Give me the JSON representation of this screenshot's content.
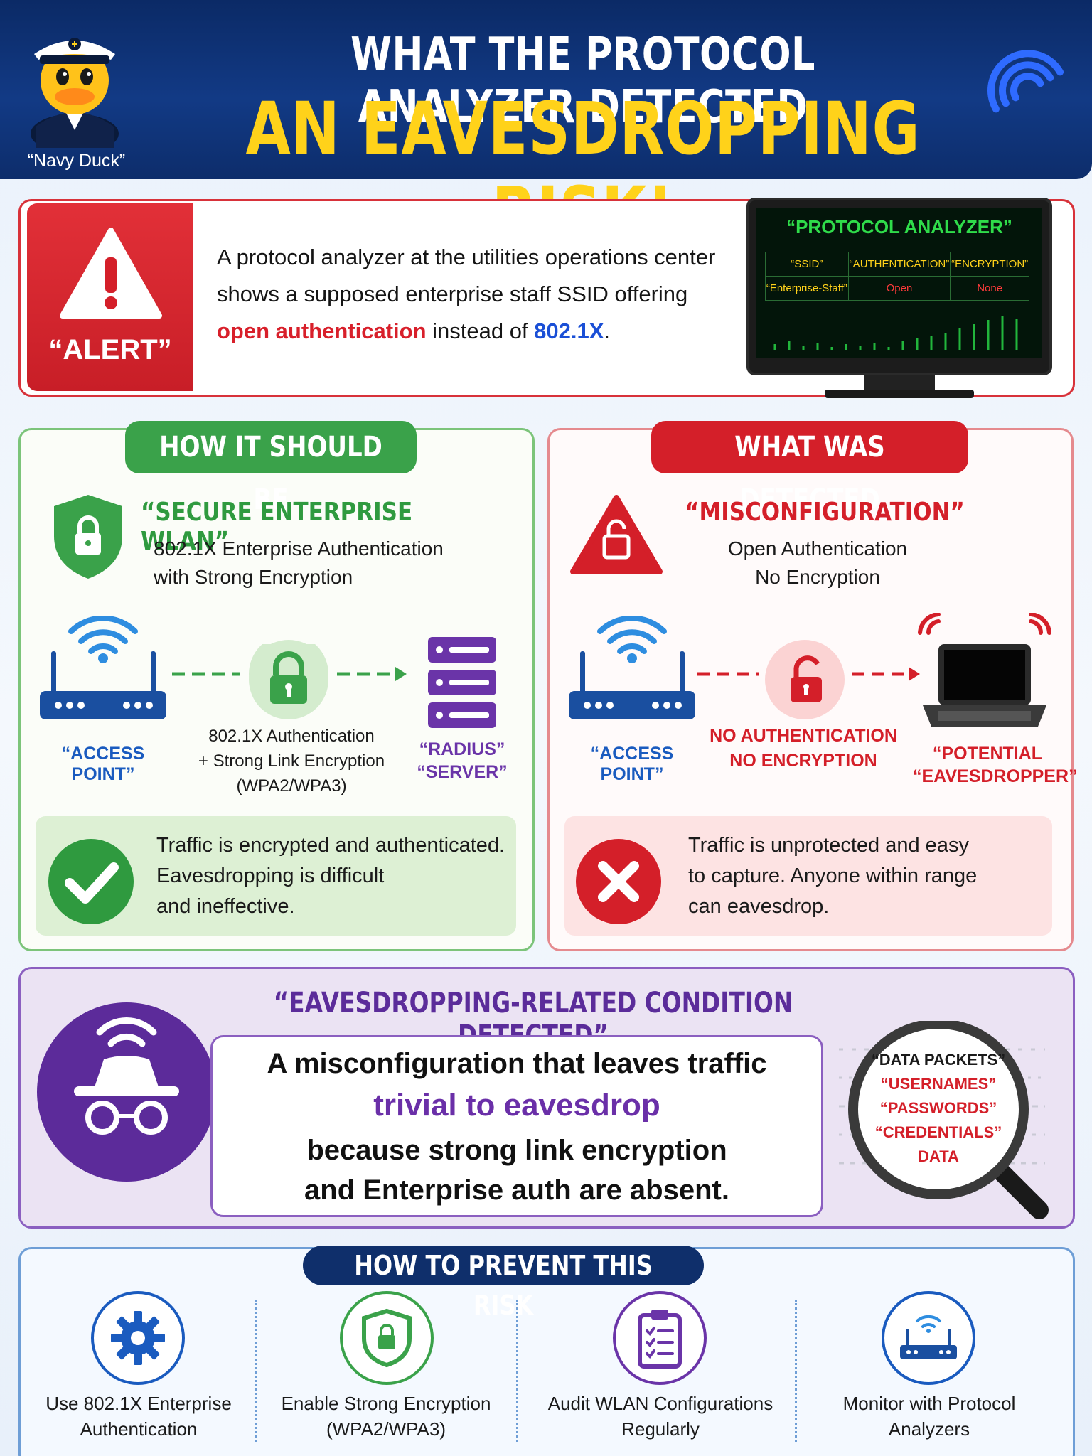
{
  "header": {
    "title_line1": "WHAT THE PROTOCOL ANALYZER DETECTED",
    "title_line2": "AN EAVESDROPPING RISK!",
    "mascot_caption": "“Navy Duck”"
  },
  "alert": {
    "label": "“ALERT”",
    "text_before": "A protocol analyzer at the utilities operations center shows a supposed enterprise staff SSID offering ",
    "text_highlight_red": "open authentication",
    "text_middle": " instead of ",
    "text_highlight_blue": "802.1X",
    "text_end": "."
  },
  "analyzer": {
    "title": "“PROTOCOL ANALYZER”",
    "headers": [
      "“SSID”",
      "“AUTHENTICATION”",
      "“ENCRYPTION”"
    ],
    "row": [
      "“Enterprise-Staff”",
      "Open",
      "None"
    ]
  },
  "good": {
    "pill": "HOW IT SHOULD BE",
    "title": "“SECURE ENTERPRISE WLAN”",
    "desc_line1": "802.1X Enterprise Authentication",
    "desc_line2": "with Strong Encryption",
    "ap_label": "“ACCESS POINT”",
    "link_line1": "802.1X Authentication",
    "link_line2": "+ Strong Link Encryption",
    "link_line3": "(WPA2/WPA3)",
    "server_line1": "“RADIUS”",
    "server_line2": "“SERVER”",
    "result_line1": "Traffic is encrypted and authenticated.",
    "result_line2": "Eavesdropping is difficult",
    "result_line3": "and ineffective."
  },
  "bad": {
    "pill": "WHAT WAS DETECTED",
    "title": "“MISCONFIGURATION”",
    "desc_line1": "Open Authentication",
    "desc_line2": "No Encryption",
    "ap_label": "“ACCESS POINT”",
    "link_line1": "NO AUTHENTICATION",
    "link_line2": "NO ENCRYPTION",
    "eaves_line1": "“POTENTIAL",
    "eaves_line2": "“EAVESDROPPER”",
    "result_line1": "Traffic is unprotected and easy",
    "result_line2": "to capture. Anyone within range",
    "result_line3": "can eavesdrop."
  },
  "condition": {
    "title": "“EAVESDROPPING-RELATED CONDITION DETECTED”",
    "line1": "A misconfiguration that leaves traffic",
    "line2": "trivial to eavesdrop",
    "line3": "because strong link encryption",
    "line4": "and Enterprise auth are absent.",
    "magnifier": [
      "“DATA PACKETS”",
      "“USERNAMES”",
      "“PASSWORDS”",
      "“CREDENTIALS”",
      "DATA"
    ]
  },
  "prevent": {
    "pill": "HOW TO PREVENT THIS RISK",
    "tips": [
      {
        "line1": "Use 802.1X Enterprise",
        "line2": "Authentication",
        "icon": "gear-icon"
      },
      {
        "line1": "Enable Strong Encryption",
        "line2": "(WPA2/WPA3)",
        "icon": "shield-lock-icon"
      },
      {
        "line1": "Audit WLAN Configurations",
        "line2": "Regularly",
        "icon": "clipboard-checklist-icon"
      },
      {
        "line1": "Monitor with Protocol",
        "line2": "Analyzers",
        "icon": "router-icon"
      }
    ]
  },
  "colors": {
    "navy": "#0b2a66",
    "yellow": "#ffd21a",
    "alert_red": "#d41f29",
    "good_green": "#3aa24a",
    "purple": "#5c2b9a",
    "blue": "#1a5bbf"
  }
}
